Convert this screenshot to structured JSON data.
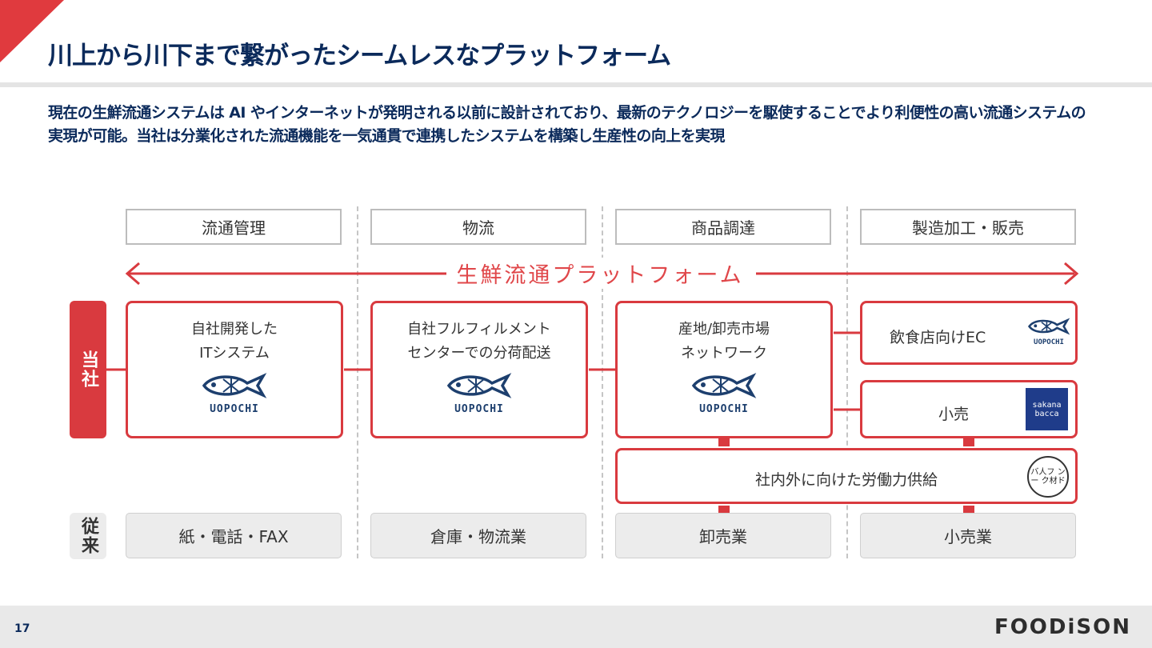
{
  "header": {
    "title": "川上から川下まで繋がったシームレスなプラットフォーム",
    "lead": "現在の生鮮流通システムは AI やインターネットが発明される以前に設計されており、最新のテクノロジーを駆使することでより利便性の高い流通システムの実現が可能。当社は分業化された流通機能を一気通貫で連携したシステムを構築し生産性の向上を実現"
  },
  "diagram": {
    "columns": [
      "流通管理",
      "物流",
      "商品調達",
      "製造加工・販売"
    ],
    "platform_label": "生鮮流通プラットフォーム",
    "row_labels": {
      "company": "当社",
      "conventional": "従来"
    },
    "company_boxes": [
      {
        "line1": "自社開発した",
        "line2": "ITシステム",
        "logo": "UOPOCHI"
      },
      {
        "line1": "自社フルフィルメント",
        "line2": "センターでの分荷配送",
        "logo": "UOPOCHI"
      },
      {
        "line1": "産地/卸売市場",
        "line2": "ネットワーク",
        "logo": "UOPOCHI"
      }
    ],
    "right_boxes": {
      "restaurant_ec": {
        "label": "飲食店向けEC",
        "logo": "UOPOCHI"
      },
      "retail": {
        "label": "小売",
        "logo_line1": "sakana",
        "logo_line2": "bacca"
      }
    },
    "labor_box": {
      "label": "社内外に向けた労働力供給",
      "badge": "バ人フ ン ー ク材ド"
    },
    "conventional": [
      "紙・電話・FAX",
      "倉庫・物流業",
      "卸売業",
      "小売業"
    ],
    "colors": {
      "accent": "#d93a3f",
      "navy": "#0b2a5b",
      "logo": "#1d3f6e"
    }
  },
  "footer": {
    "page_number": "17",
    "brand": "FOODiSON"
  }
}
